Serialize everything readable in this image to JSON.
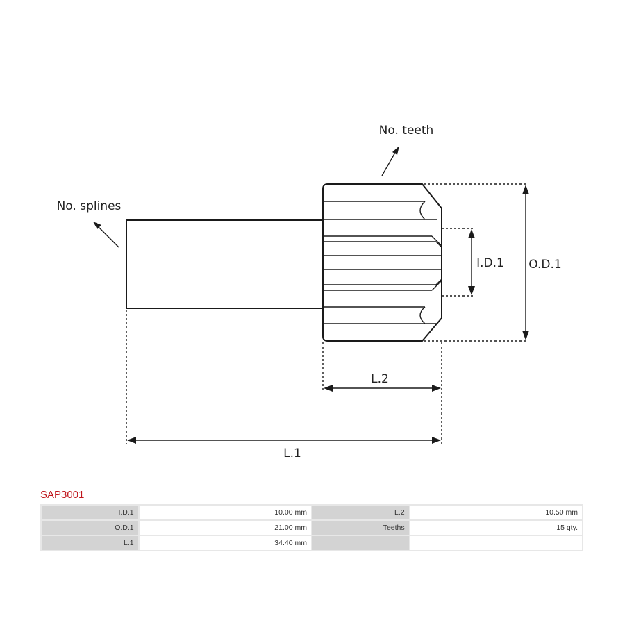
{
  "diagram": {
    "labels": {
      "no_teeth": "No. teeth",
      "no_splines": "No. splines",
      "id1": "I.D.1",
      "od1": "O.D.1",
      "l2": "L.2",
      "l1": "L.1"
    }
  },
  "part": {
    "code": "SAP3001"
  },
  "specs": {
    "rows": [
      {
        "label_a": "I.D.1",
        "value_a": "10.00 mm",
        "label_b": "L.2",
        "value_b": "10.50 mm"
      },
      {
        "label_a": "O.D.1",
        "value_a": "21.00 mm",
        "label_b": "Teeths",
        "value_b": "15 qty."
      },
      {
        "label_a": "L.1",
        "value_a": "34.40 mm",
        "label_b": "",
        "value_b": ""
      }
    ]
  }
}
